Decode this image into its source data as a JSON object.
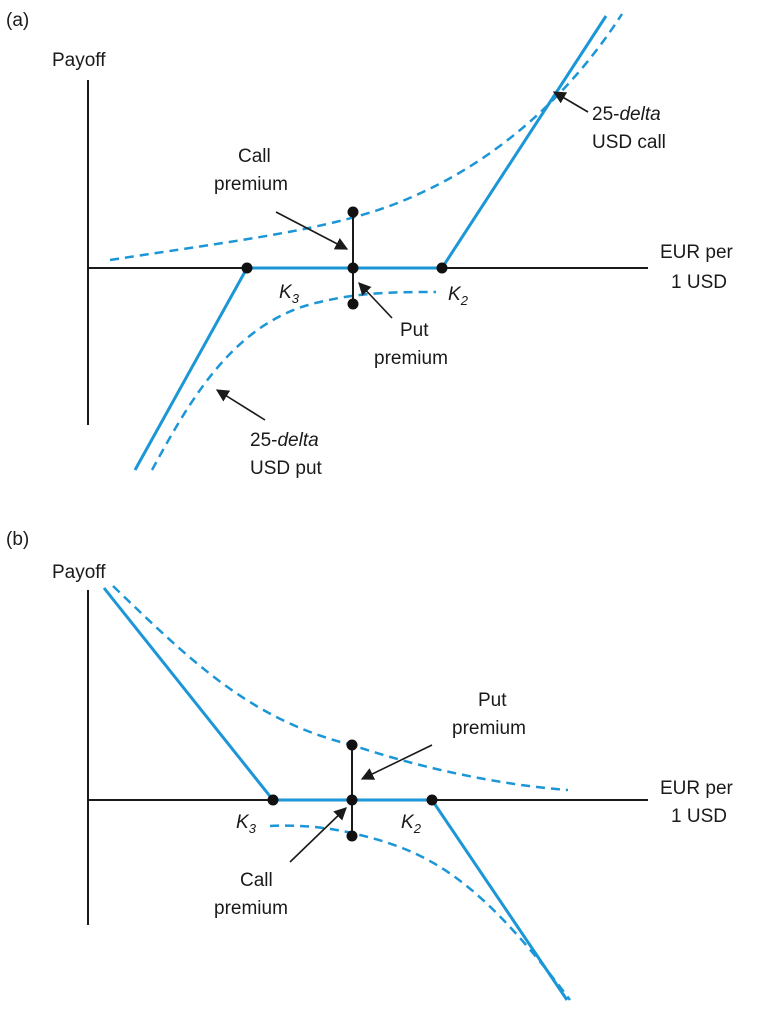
{
  "panel_a": {
    "panel_label": "(a)",
    "y_axis_label": "Payoff",
    "x_axis_label_line1": "EUR per",
    "x_axis_label_line2": "1 USD",
    "strike_low": "K",
    "strike_low_sub": "3",
    "strike_high": "K",
    "strike_high_sub": "2",
    "call_premium_line1": "Call",
    "call_premium_line2": "premium",
    "put_premium_line1": "Put",
    "put_premium_line2": "premium",
    "call_option_delta": "25-",
    "call_option_delta_italic": "delta",
    "call_option_name": "USD call",
    "put_option_delta": "25-",
    "put_option_delta_italic": "delta",
    "put_option_name": "USD put"
  },
  "panel_b": {
    "panel_label": "(b)",
    "y_axis_label": "Payoff",
    "x_axis_label_line1": "EUR per",
    "x_axis_label_line2": "1 USD",
    "strike_low": "K",
    "strike_low_sub": "3",
    "strike_high": "K",
    "strike_high_sub": "2",
    "put_premium_line1": "Put",
    "put_premium_line2": "premium",
    "call_premium_line1": "Call",
    "call_premium_line2": "premium"
  },
  "colors": {
    "payoff_line": "#1b96d6",
    "axis": "#1a1a1a"
  }
}
